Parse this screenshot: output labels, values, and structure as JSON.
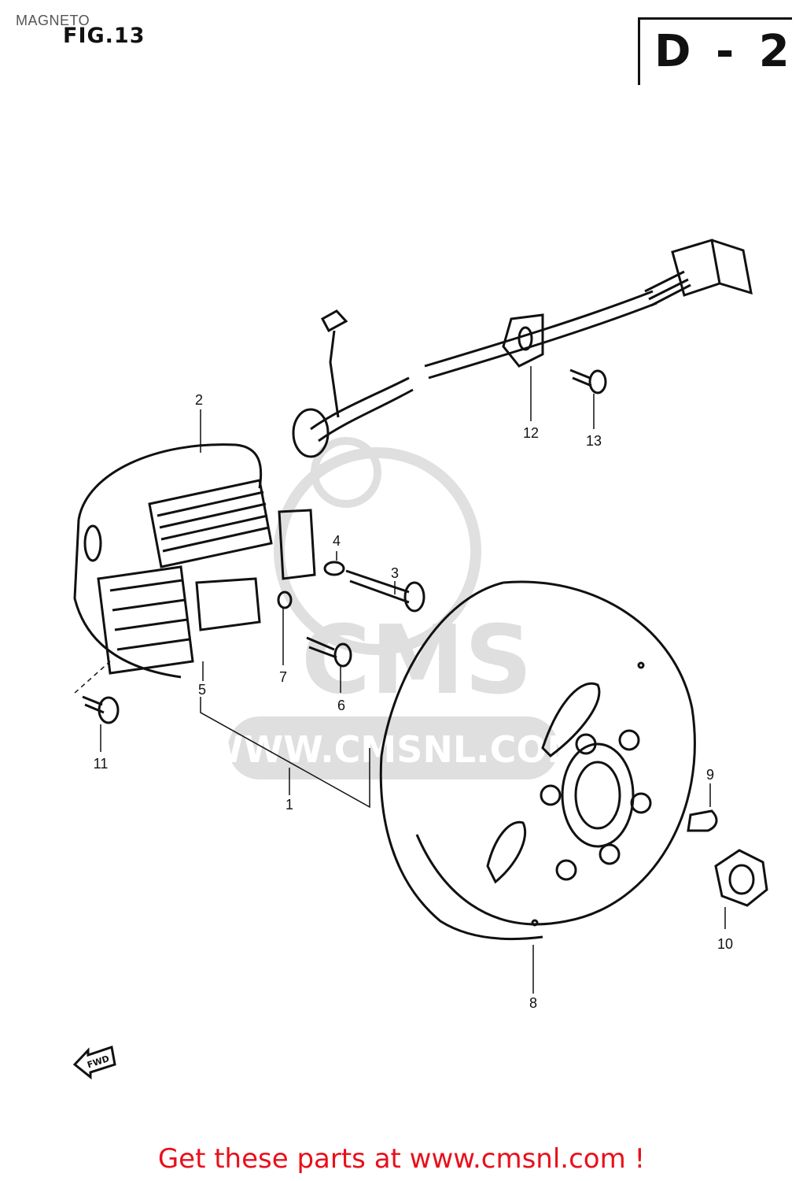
{
  "header": {
    "title": "MAGNETO",
    "figure": "FIG.13",
    "section": "D - 2"
  },
  "watermark": {
    "logo_text": "CMS",
    "url_text": "WWW.CMSNL.COM"
  },
  "callouts": [
    "1",
    "2",
    "3",
    "4",
    "5",
    "6",
    "7",
    "8",
    "9",
    "10",
    "11",
    "12",
    "13"
  ],
  "fwd_arrow": "FWD",
  "footer": {
    "text": "Get these parts at www.cmsnl.com !",
    "color": "#e8101a"
  }
}
